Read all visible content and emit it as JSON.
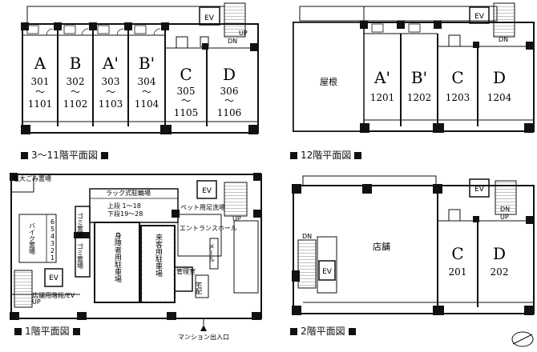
{
  "plan_3_11": {
    "caption": "3〜11階平面図",
    "units": [
      {
        "letter": "A",
        "num_top": "301",
        "tilde": "〜",
        "num_bottom": "1101"
      },
      {
        "letter": "B",
        "num_top": "302",
        "tilde": "〜",
        "num_bottom": "1102"
      },
      {
        "letter": "A'",
        "num_top": "303",
        "tilde": "〜",
        "num_bottom": "1103"
      },
      {
        "letter": "B'",
        "num_top": "304",
        "tilde": "〜",
        "num_bottom": "1104"
      },
      {
        "letter": "C",
        "num_top": "305",
        "tilde": "〜",
        "num_bottom": "1105"
      },
      {
        "letter": "D",
        "num_top": "306",
        "tilde": "〜",
        "num_bottom": "1106"
      }
    ],
    "ev": "EV",
    "dn": "DN",
    "up": "UP"
  },
  "plan_12": {
    "caption": "12階平面図",
    "roof": "屋根",
    "units": [
      {
        "letter": "A'",
        "num": "1201"
      },
      {
        "letter": "B'",
        "num": "1202"
      },
      {
        "letter": "C",
        "num": "1203"
      },
      {
        "letter": "D",
        "num": "1204"
      }
    ],
    "ev": "EV",
    "dn": "DN"
  },
  "plan_1": {
    "caption": "1階平面図",
    "garbage": "粗大ごみ置場",
    "rack_bike": "ラック式駐輪場",
    "rack_upper": "上段 1〜18",
    "rack_lower": "下段19〜28",
    "pet": "ペット用足洗場",
    "ev": "EV",
    "ev2": "EV",
    "up": "UP",
    "up2": "UP",
    "bike_parking": "バイク置場",
    "bike_nums": [
      "6",
      "5",
      "4",
      "3",
      "2",
      "1"
    ],
    "garbage2": "ゴミ置場",
    "trash": "ゴミ置場",
    "disabled_parking": "身障者用駐車場",
    "guest_parking": "来客用駐車場",
    "entrance_hall": "エントランスホール",
    "mail": "メール",
    "office": "管理室",
    "delivery": "宅配",
    "shop_stairs": "店舗用階段/EV",
    "entrance": "マンション出入口"
  },
  "plan_2": {
    "caption": "2階平面図",
    "shop": "店舗",
    "units": [
      {
        "letter": "C",
        "num": "201"
      },
      {
        "letter": "D",
        "num": "202"
      }
    ],
    "ev": "EV",
    "ev2": "EV",
    "dn": "DN",
    "dn2": "DN",
    "up": "UP"
  }
}
